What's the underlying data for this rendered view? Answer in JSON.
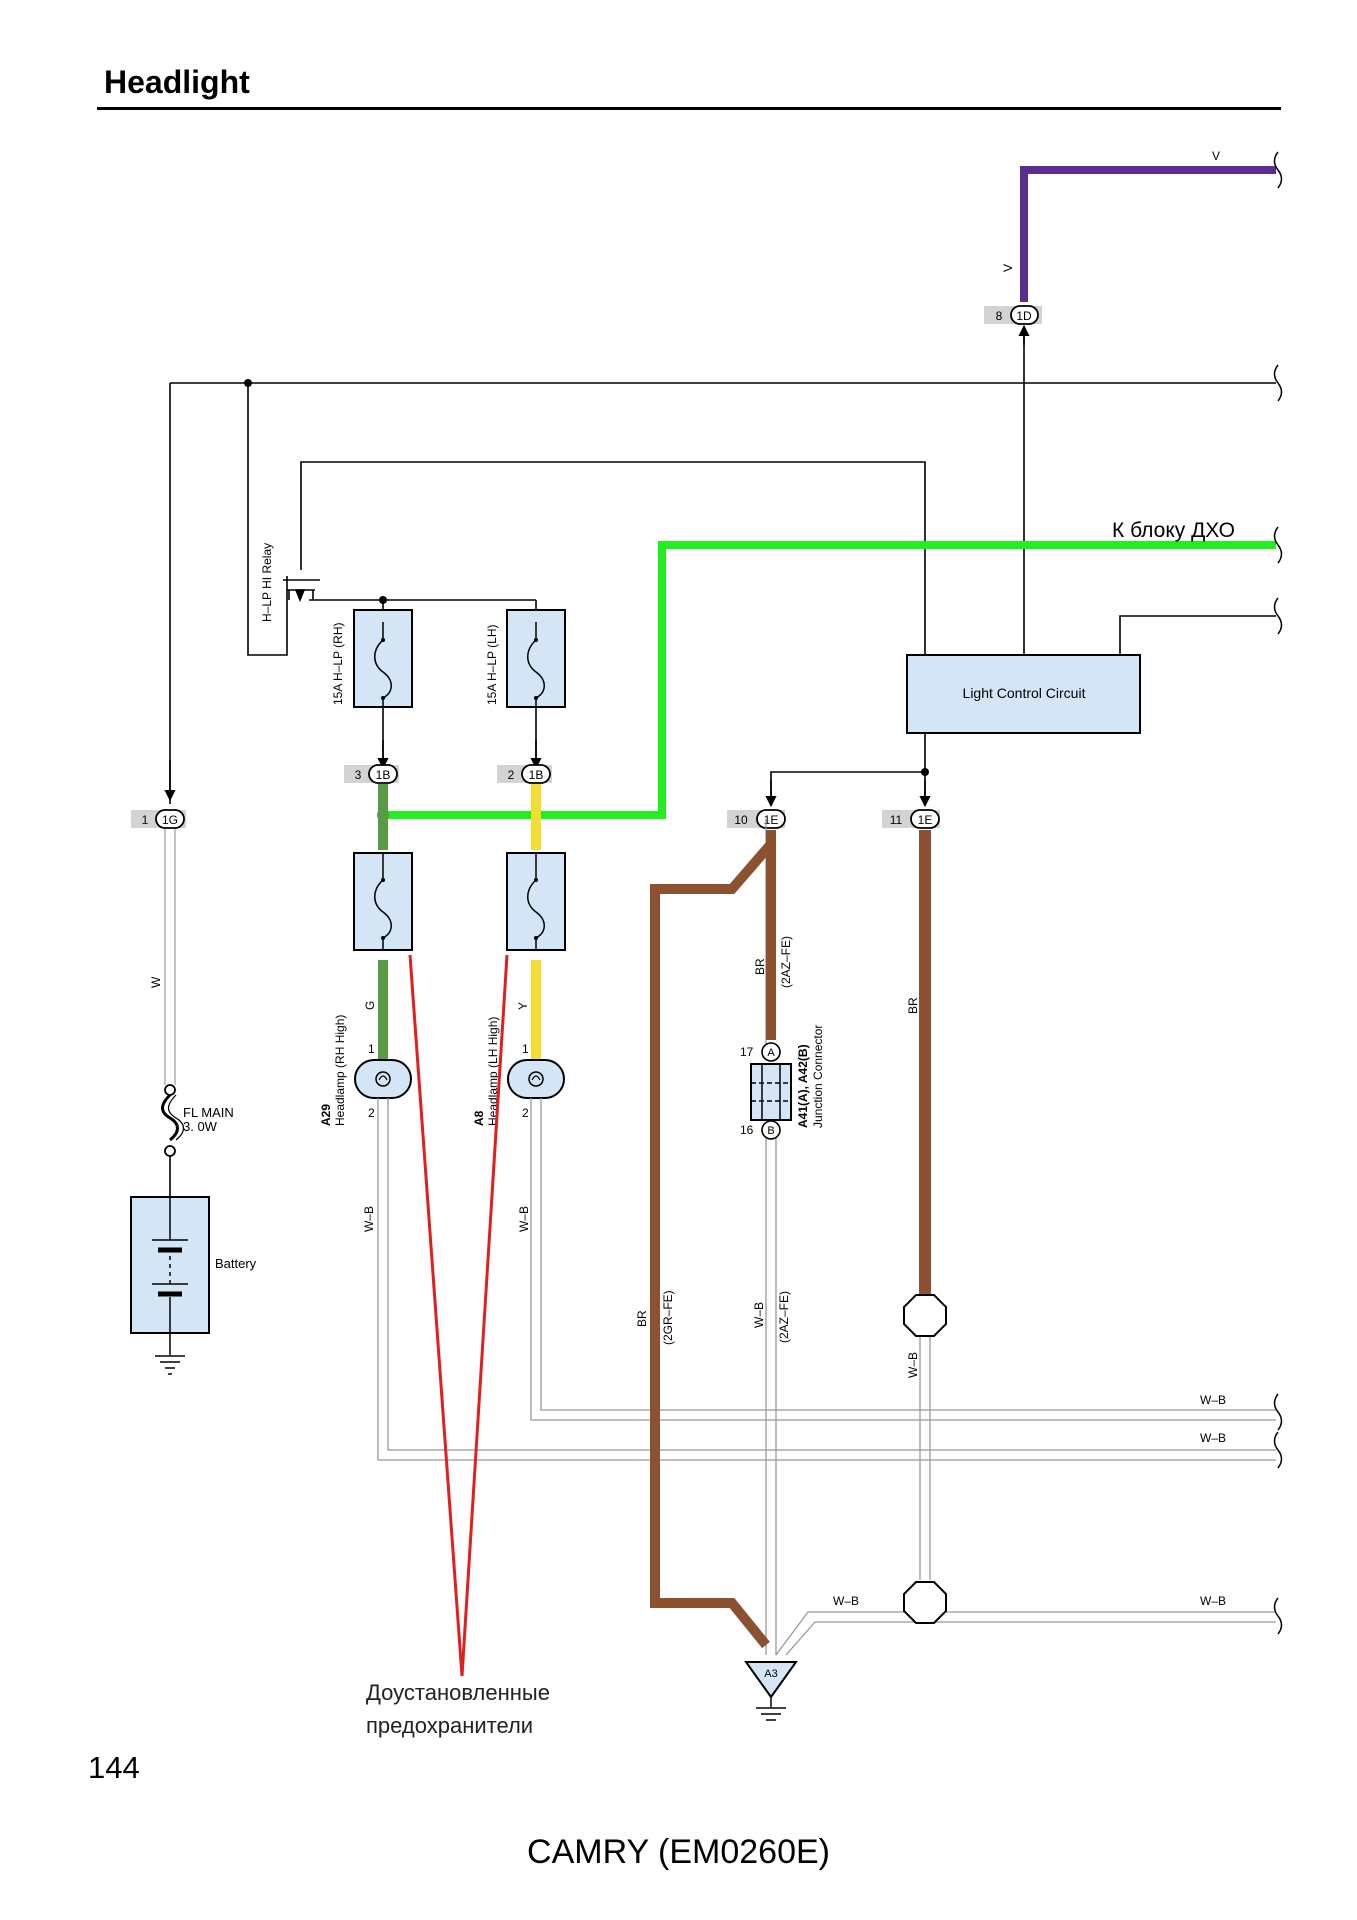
{
  "title": "Headlight",
  "page_number": "144",
  "footer": "CAMRY (EM0260E)",
  "annotation_line1": "Доустановленные",
  "annotation_line2": "предохранители",
  "drl_label": "К блоку ДХО",
  "colors": {
    "violet": "#5b2d8e",
    "green_drl": "#22ee22",
    "green_wire": "#5a9a45",
    "yellow_wire": "#f3df33",
    "brown_wire": "#8b5130",
    "red_wire": "#e02020",
    "component_fill": "#d4e6f5",
    "connector_tag": "#d3d3d3"
  },
  "wires": {
    "v": "V",
    "w": "W",
    "g": "G",
    "y": "Y",
    "br": "BR",
    "wb": "W–B",
    "az": "(2AZ–FE)",
    "gr": "(2GR–FE)"
  },
  "components": {
    "relay": "H–LP HI Relay",
    "fuse_rh": "15A H–LP (RH)",
    "fuse_lh": "15A H–LP (LH)",
    "lcc": "Light Control Circuit",
    "fl_main_1": "FL MAIN",
    "fl_main_2": "3. 0W",
    "battery": "Battery",
    "a29_code": "A29",
    "a29_name": "Headlamp (RH High)",
    "a8_code": "A8",
    "a8_name": "Headlamp (LH High)",
    "jc_code": "A41(A), A42(B)",
    "jc_name": "Junction Connector",
    "ground": "A3"
  },
  "connectors": {
    "c1d": "1D",
    "c1d_pin": "8",
    "c1g": "1G",
    "c1g_pin": "1",
    "c1b_rh": "1B",
    "c1b_rh_pin": "3",
    "c1b_lh": "1B",
    "c1b_lh_pin": "2",
    "c1e_a": "1E",
    "c1e_a_pin": "10",
    "c1e_b": "1E",
    "c1e_b_pin": "11",
    "jc_a": "A",
    "jc_a_pin": "17",
    "jc_b": "B",
    "jc_b_pin": "16",
    "a29_p1": "1",
    "a29_p2": "2",
    "a8_p1": "1",
    "a8_p2": "2"
  }
}
